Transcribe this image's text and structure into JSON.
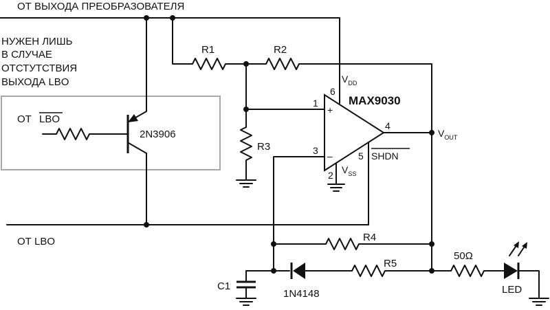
{
  "labels": {
    "top_input": "ОТ ВЫХОДА ПРЕОБРАЗОВАТЕЛЯ",
    "note_line1": "НУЖЕН ЛИШЬ",
    "note_line2": "В СЛУЧАЕ",
    "note_line3": "ОТСТУТСТВИЯ",
    "note_line4": "ВЫХОДА LBO",
    "from_lbo_prefix": "ОТ",
    "from_lbo_bar": "LBO",
    "bottom_lbo": "ОТ LBO"
  },
  "components": {
    "r1": "R1",
    "r2": "R2",
    "r3": "R3",
    "r4": "R4",
    "r5": "R5",
    "c1": "C1",
    "transistor": "2N3906",
    "diode": "1N4148",
    "led_resistor": "50Ω",
    "led": "LED",
    "ic": "MAX9030"
  },
  "pins": {
    "p1": "1",
    "p2": "2",
    "p3": "3",
    "p4": "4",
    "p5": "5",
    "p6": "6",
    "plus": "+",
    "minus": "–",
    "vdd_main": "V",
    "vdd_sub": "DD",
    "vss_main": "V",
    "vss_sub": "SS",
    "vout_main": "V",
    "vout_sub": "OUT",
    "shdn": "SHDN"
  }
}
